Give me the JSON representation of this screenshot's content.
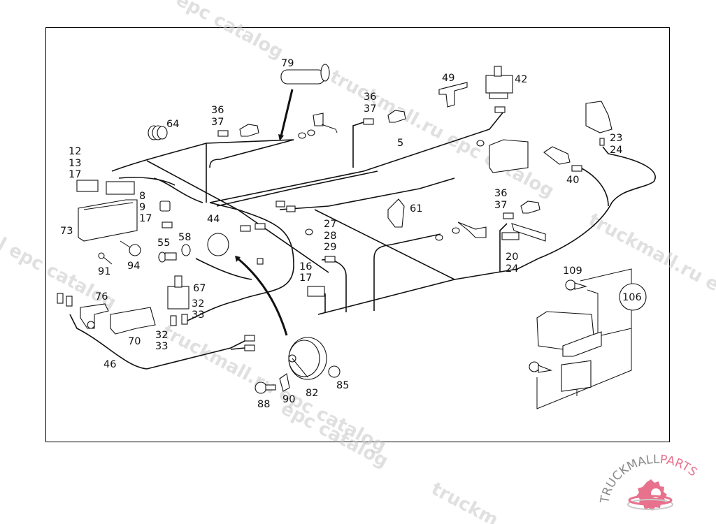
{
  "diagram": {
    "title": "Electrical wiring harness parts diagram",
    "callouts": [
      {
        "id": "c79",
        "lines": [
          "79"
        ]
      },
      {
        "id": "c64",
        "lines": [
          "64"
        ]
      },
      {
        "id": "c36a",
        "lines": [
          "36",
          "37"
        ]
      },
      {
        "id": "c36b",
        "lines": [
          "36",
          "37"
        ]
      },
      {
        "id": "c49",
        "lines": [
          "49"
        ]
      },
      {
        "id": "c42",
        "lines": [
          "42"
        ]
      },
      {
        "id": "c5",
        "lines": [
          "5"
        ]
      },
      {
        "id": "c23",
        "lines": [
          "23",
          "24"
        ]
      },
      {
        "id": "c40",
        "lines": [
          "40"
        ]
      },
      {
        "id": "c12",
        "lines": [
          "12",
          "13",
          "17"
        ]
      },
      {
        "id": "c8",
        "lines": [
          "8",
          "9",
          "17"
        ]
      },
      {
        "id": "c73",
        "lines": [
          "73"
        ]
      },
      {
        "id": "c44",
        "lines": [
          "44"
        ]
      },
      {
        "id": "c55",
        "lines": [
          "55"
        ]
      },
      {
        "id": "c58",
        "lines": [
          "58"
        ]
      },
      {
        "id": "c91",
        "lines": [
          "91"
        ]
      },
      {
        "id": "c94",
        "lines": [
          "94"
        ]
      },
      {
        "id": "c27",
        "lines": [
          "27",
          "28",
          "29"
        ]
      },
      {
        "id": "c16",
        "lines": [
          "16",
          "17"
        ]
      },
      {
        "id": "c61",
        "lines": [
          "61"
        ]
      },
      {
        "id": "c36c",
        "lines": [
          "36",
          "37"
        ]
      },
      {
        "id": "c20",
        "lines": [
          "20",
          "24"
        ]
      },
      {
        "id": "c67",
        "lines": [
          "67"
        ]
      },
      {
        "id": "c32a",
        "lines": [
          "32",
          "33"
        ]
      },
      {
        "id": "c32b",
        "lines": [
          "32",
          "33"
        ]
      },
      {
        "id": "c76",
        "lines": [
          "76"
        ]
      },
      {
        "id": "c70",
        "lines": [
          "70"
        ]
      },
      {
        "id": "c46",
        "lines": [
          "46"
        ]
      },
      {
        "id": "c82",
        "lines": [
          "82"
        ]
      },
      {
        "id": "c85",
        "lines": [
          "85"
        ]
      },
      {
        "id": "c88",
        "lines": [
          "88"
        ]
      },
      {
        "id": "c90",
        "lines": [
          "90"
        ]
      },
      {
        "id": "c109",
        "lines": [
          "109"
        ]
      },
      {
        "id": "c106",
        "lines": [
          "106"
        ]
      }
    ]
  },
  "watermarks": [
    "epc catalog",
    "truckmall.ru epc catalog",
    "l epc catalog",
    "truckmall.ru epc catalog",
    "truckmall.ru e",
    "epc catalog",
    "truckm"
  ],
  "logo": {
    "text_dark": "TRUCKMALL",
    "text_accent": "PARTS",
    "accent_color": "#e8718d",
    "dark_color": "#8a8a8a"
  },
  "colors": {
    "line": "#111111",
    "background": "#ffffff",
    "watermark": "#c8c8c8"
  }
}
